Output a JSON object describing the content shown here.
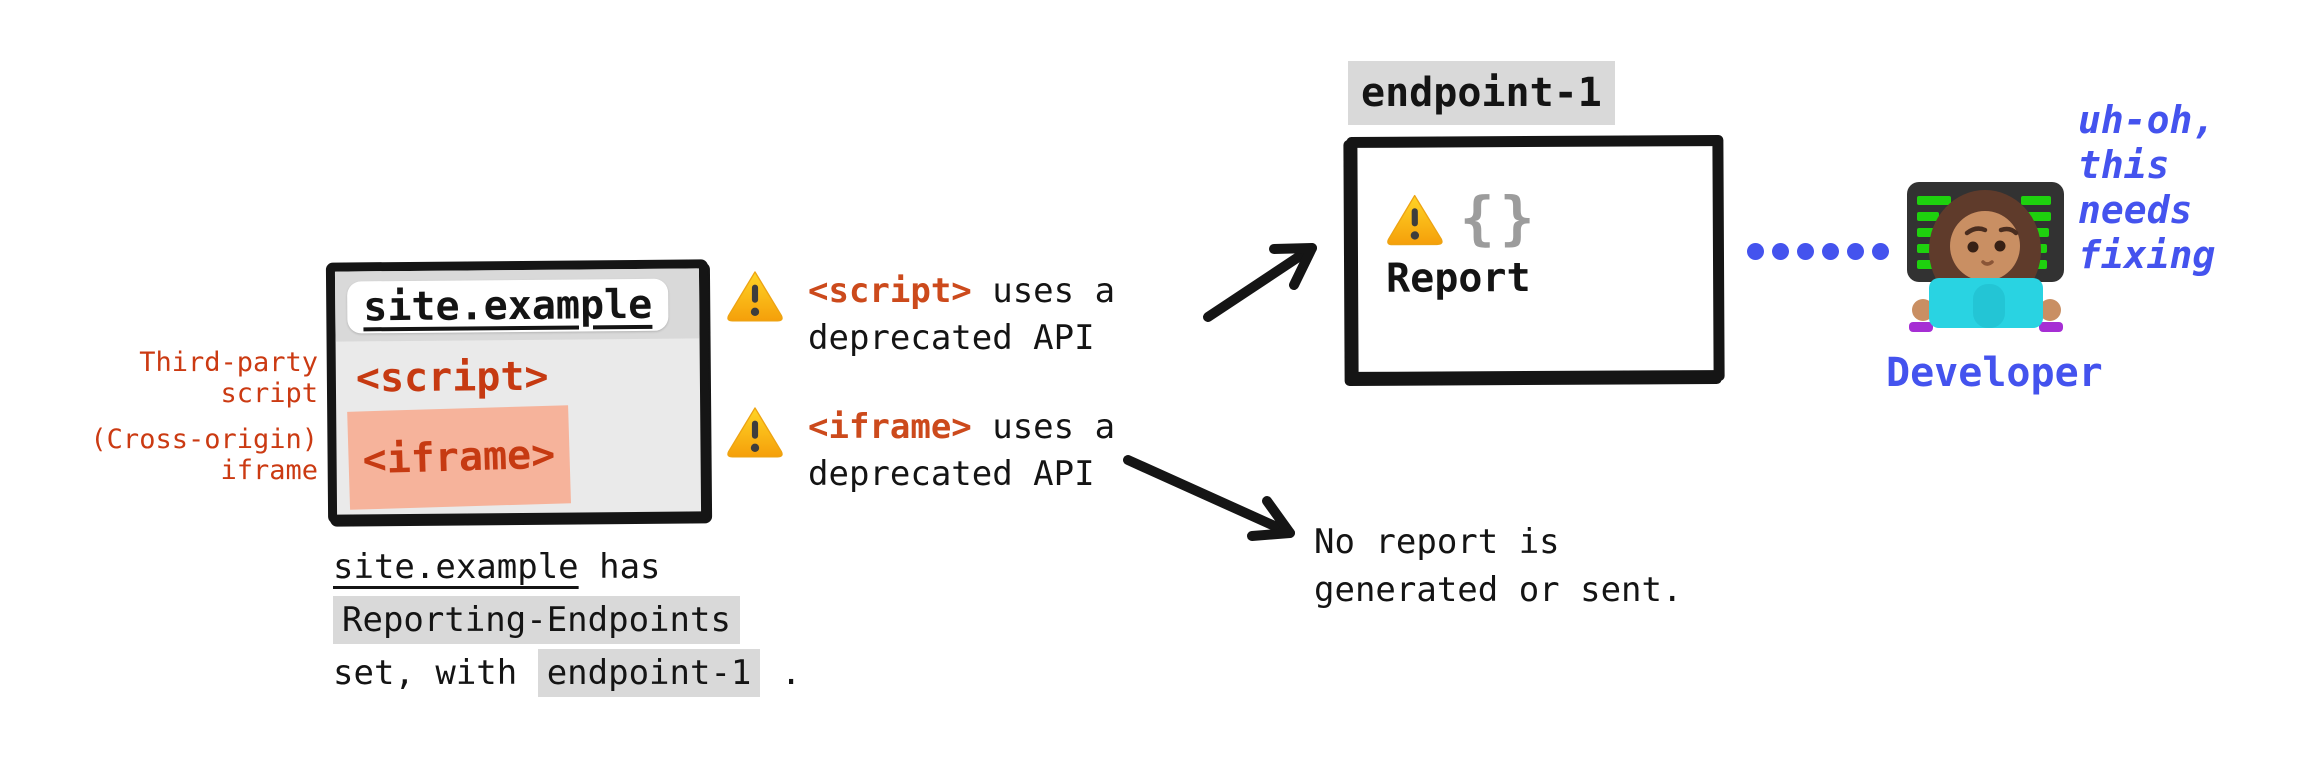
{
  "labels": {
    "third_party": [
      "Third-party",
      "script"
    ],
    "cross_origin": [
      "(Cross-origin)",
      "iframe"
    ]
  },
  "site_window": {
    "url": "site.example",
    "script_tag": "<script>",
    "iframe_tag": "<iframe>"
  },
  "caption": {
    "site": "site.example",
    "has": " has",
    "reporting_endpoints": "Reporting-Endpoints",
    "set_with": "set, with ",
    "endpoint": "endpoint-1",
    "period": " ."
  },
  "warnings": [
    {
      "tag": "<script>",
      "rest": " uses a",
      "line2": "deprecated API"
    },
    {
      "tag": "<iframe>",
      "rest": " uses a",
      "line2": "deprecated API"
    }
  ],
  "endpoint_box": {
    "label": "endpoint-1",
    "braces": "{}",
    "report": "Report"
  },
  "no_report": {
    "line1": "No report is",
    "line2": "generated or sent."
  },
  "developer": {
    "label": "Developer",
    "thought": [
      "uh-oh,",
      "this",
      "needs",
      "fixing"
    ]
  },
  "dotted_line": {
    "dot_count": 6
  },
  "icons": {
    "warning": "warning-triangle-emoji",
    "developer": "woman-technologist-emoji",
    "report": "json-braces"
  },
  "colors": {
    "label_red": "#cb3a12",
    "tag_red": "#c63a12",
    "warning_tag_red": "#cc4a1c",
    "blue": "#4453ee",
    "code_highlight": "#d9d9d9",
    "iframe_highlight": "#f6b39b",
    "window_body": "#eaeaea",
    "window_chrome": "#d9d9d9",
    "ink": "#151515",
    "braces_gray": "#9c9c9c",
    "warning_yellow": "#ffd526",
    "warning_orange": "#f59f0a"
  }
}
